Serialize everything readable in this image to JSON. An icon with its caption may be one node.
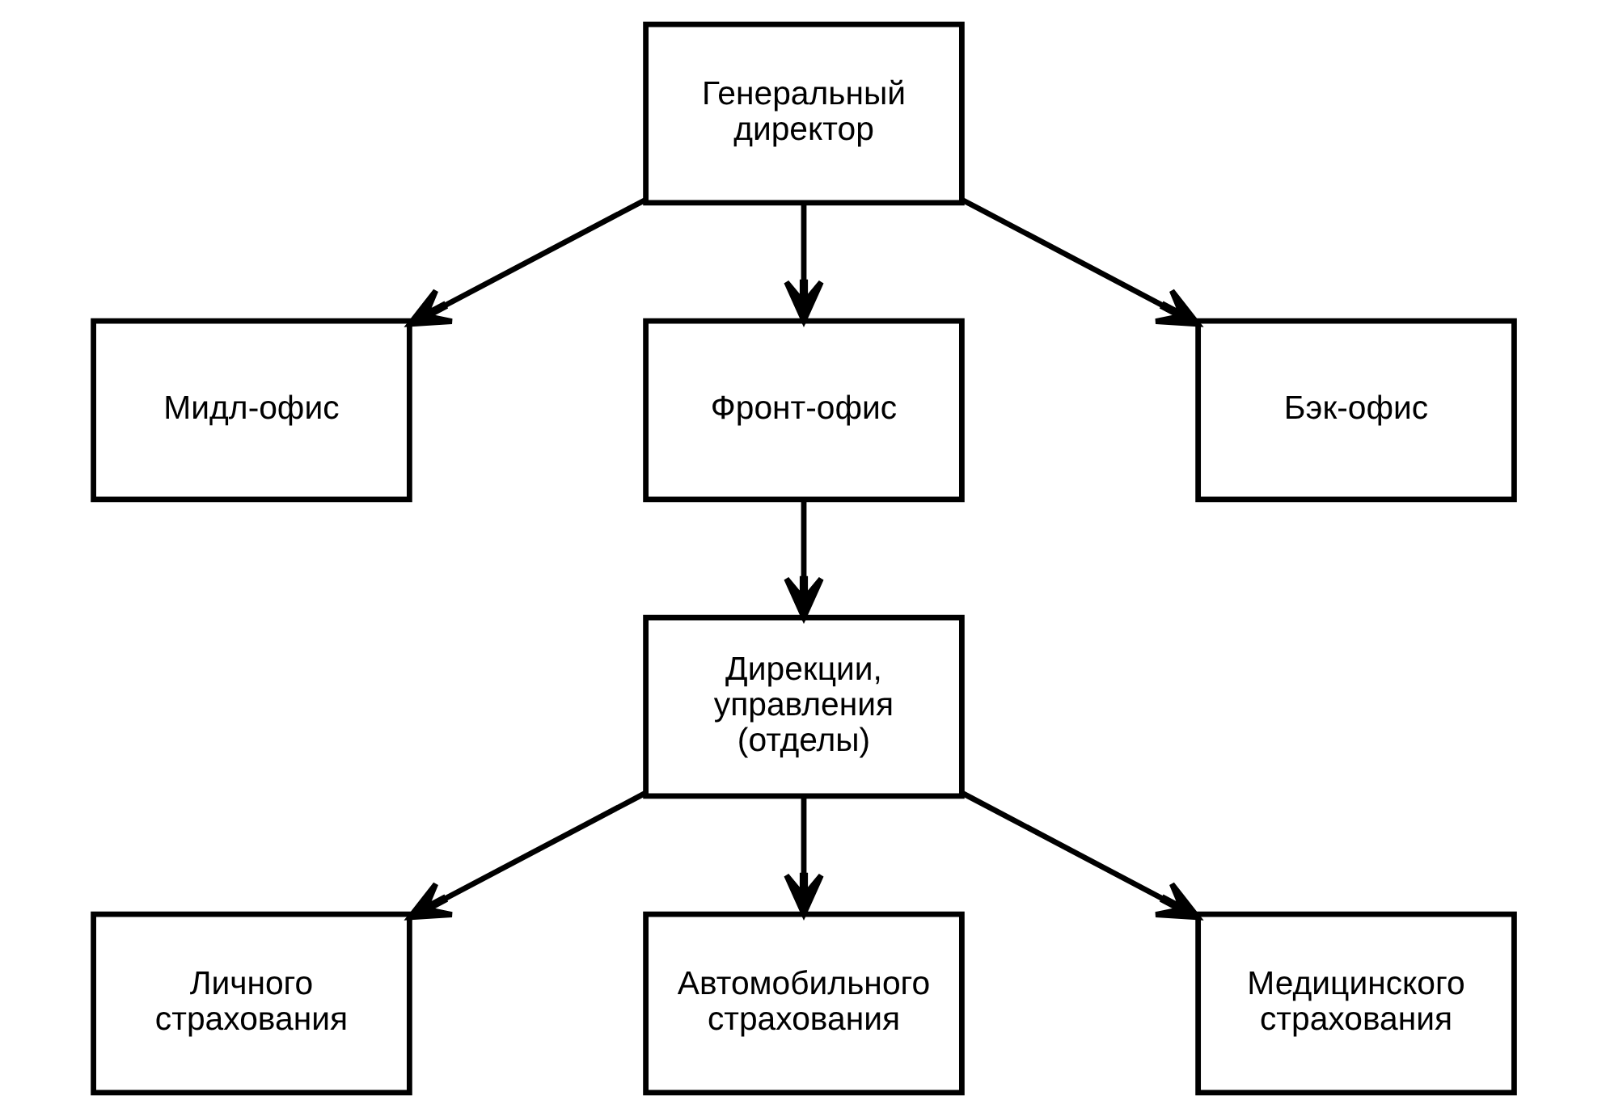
{
  "diagram": {
    "nodes": [
      {
        "text": [
          "Генеральный директор"
        ]
      },
      {
        "text": [
          "Мидл-офис"
        ]
      },
      {
        "text": [
          "Фронт-офис"
        ]
      },
      {
        "text": [
          "Бэк-офис"
        ]
      },
      {
        "text": [
          "Дирекции, управления (отделы)"
        ]
      },
      {
        "text": [
          "Личного страхования"
        ]
      },
      {
        "text": [
          "Автомобильного страхования"
        ]
      },
      {
        "text": [
          "Медицинского страхования"
        ]
      }
    ],
    "edges": [
      {
        "from": 0,
        "to": 1,
        "arrow": "to"
      },
      {
        "from": 0,
        "to": 2,
        "arrow": "to"
      },
      {
        "from": 0,
        "to": 3,
        "arrow": "to"
      },
      {
        "from": 2,
        "to": 4,
        "arrow": "to"
      },
      {
        "from": 4,
        "to": 5,
        "arrow": "to"
      },
      {
        "from": 4,
        "to": 6,
        "arrow": "to"
      },
      {
        "from": 4,
        "to": 7,
        "arrow": "to"
      }
    ]
  }
}
